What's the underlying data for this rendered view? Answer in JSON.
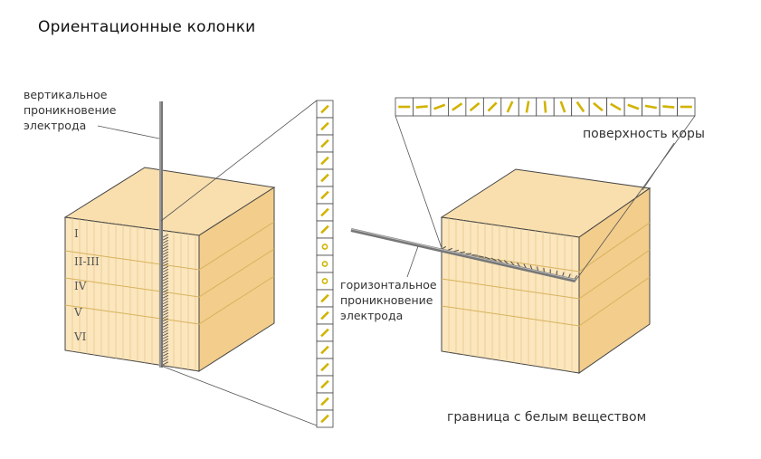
{
  "title": "Ориентационные колонки",
  "labels": {
    "vertical": [
      "вертикальное",
      "проникновение",
      "электрода"
    ],
    "horizontal": [
      "горизонтальное",
      "проникновение",
      "электрода"
    ],
    "surface": "поверхность коры",
    "boundary": "гравница с белым веществом"
  },
  "layers": [
    "I",
    "II-III",
    "IV",
    "V",
    "VI"
  ],
  "colors": {
    "cube_front": "#fbe6bd",
    "cube_top": "#f9dfae",
    "cube_side": "#f2cd8c",
    "column_line": "#e9c98f",
    "layer_line": "#d7b25c",
    "bar": "#d1b300",
    "electrode": "#8a8a8a",
    "outline": "#444444"
  },
  "vertical_column_bars": [
    45,
    45,
    45,
    45,
    45,
    45,
    45,
    45,
    "dot",
    "dot",
    "dot",
    45,
    45,
    45,
    45,
    45,
    45,
    45,
    45
  ],
  "horizontal_strip_bars": [
    0,
    5,
    20,
    35,
    40,
    45,
    65,
    80,
    95,
    110,
    125,
    140,
    150,
    160,
    170,
    175,
    0
  ]
}
